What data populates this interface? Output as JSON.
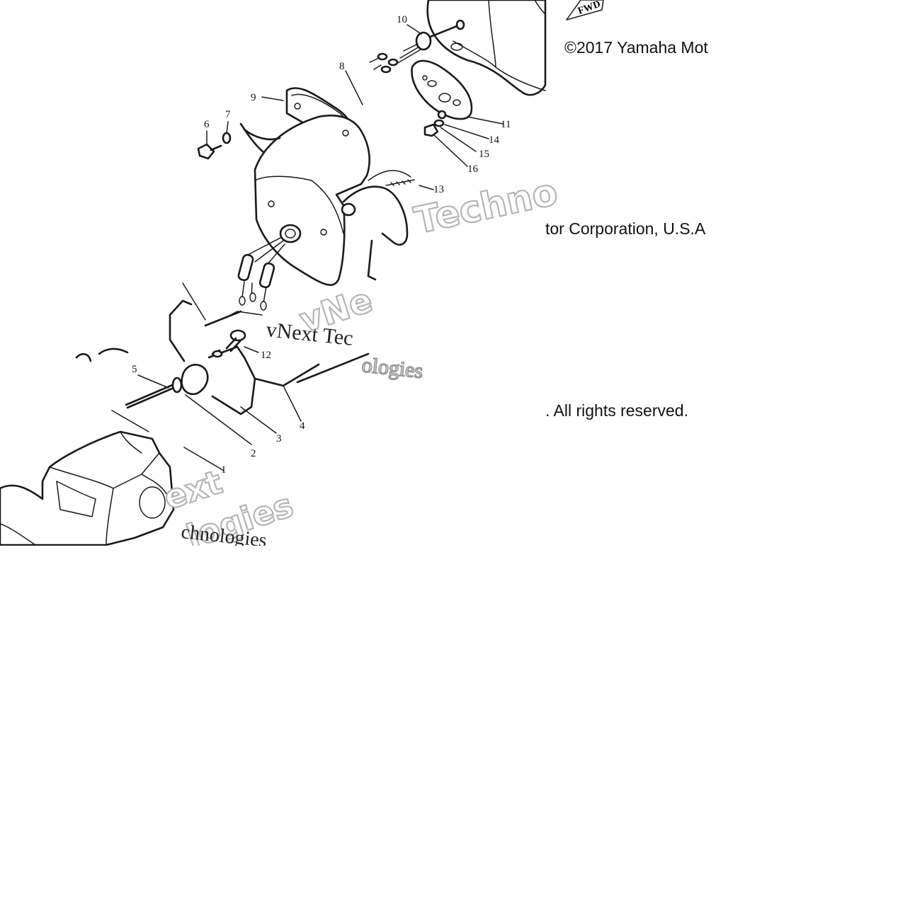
{
  "copyright": {
    "line1": "©2017 Yamaha Mot",
    "line2": "tor Corporation, U.S.A",
    "line3": ". All rights reserved."
  },
  "direction_marker": "FWD",
  "watermark": {
    "brand_a": "vNext Tec",
    "brand_b": "Techno",
    "brand_c": "vNe",
    "brand_d": "ologies",
    "brand_e": "ext",
    "brand_f": "logies",
    "brand_g": "chnologies"
  },
  "callouts": [
    "1",
    "2",
    "3",
    "4",
    "5",
    "6",
    "7",
    "8",
    "9",
    "10",
    "11",
    "12",
    "13",
    "14",
    "15",
    "16"
  ]
}
